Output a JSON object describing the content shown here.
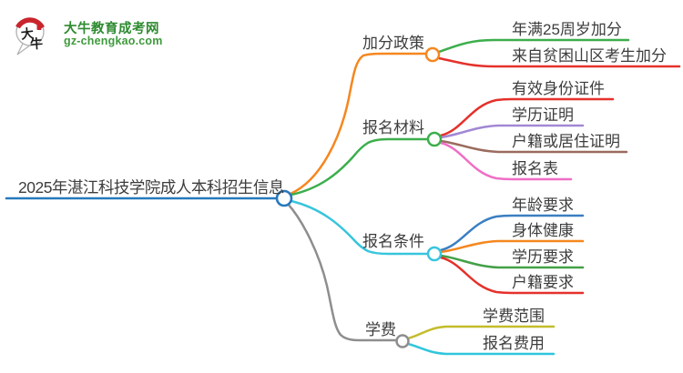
{
  "logo": {
    "badge_char1": "大",
    "badge_char2": "牛",
    "title": "大牛教育成考网",
    "subtitle": "gz-chengkao.com",
    "title_color": "#2e8b31",
    "seal_color": "#c9252d"
  },
  "colors": {
    "background": "#ffffff",
    "text": "#3d3d3d"
  },
  "root": {
    "label": "2025年湛江科技学院成人本科招生信息",
    "color": "#2779bd"
  },
  "branches": [
    {
      "label": "加分政策",
      "color": "#f5871f",
      "children": [
        {
          "label": "年满25周岁加分",
          "color": "#3cae4c"
        },
        {
          "label": "来自贫困山区考生加分",
          "color": "#e5312b"
        }
      ]
    },
    {
      "label": "报名材料",
      "color": "#3cae4c",
      "children": [
        {
          "label": "有效身份证件",
          "color": "#e5312b"
        },
        {
          "label": "学历证明",
          "color": "#a287d4"
        },
        {
          "label": "户籍或居住证明",
          "color": "#9a6b5e"
        },
        {
          "label": "报名表",
          "color": "#ef6ec5"
        }
      ]
    },
    {
      "label": "报名条件",
      "color": "#38c5dd",
      "children": [
        {
          "label": "年龄要求",
          "color": "#3a7fc2"
        },
        {
          "label": "身体健康",
          "color": "#f5871f"
        },
        {
          "label": "学历要求",
          "color": "#43a047"
        },
        {
          "label": "户籍要求",
          "color": "#e5312b"
        }
      ]
    },
    {
      "label": "学费",
      "color": "#8e8e8e",
      "children": [
        {
          "label": "学费范围",
          "color": "#c3bc2b"
        },
        {
          "label": "报名费用",
          "color": "#2fc6dc"
        }
      ]
    }
  ]
}
